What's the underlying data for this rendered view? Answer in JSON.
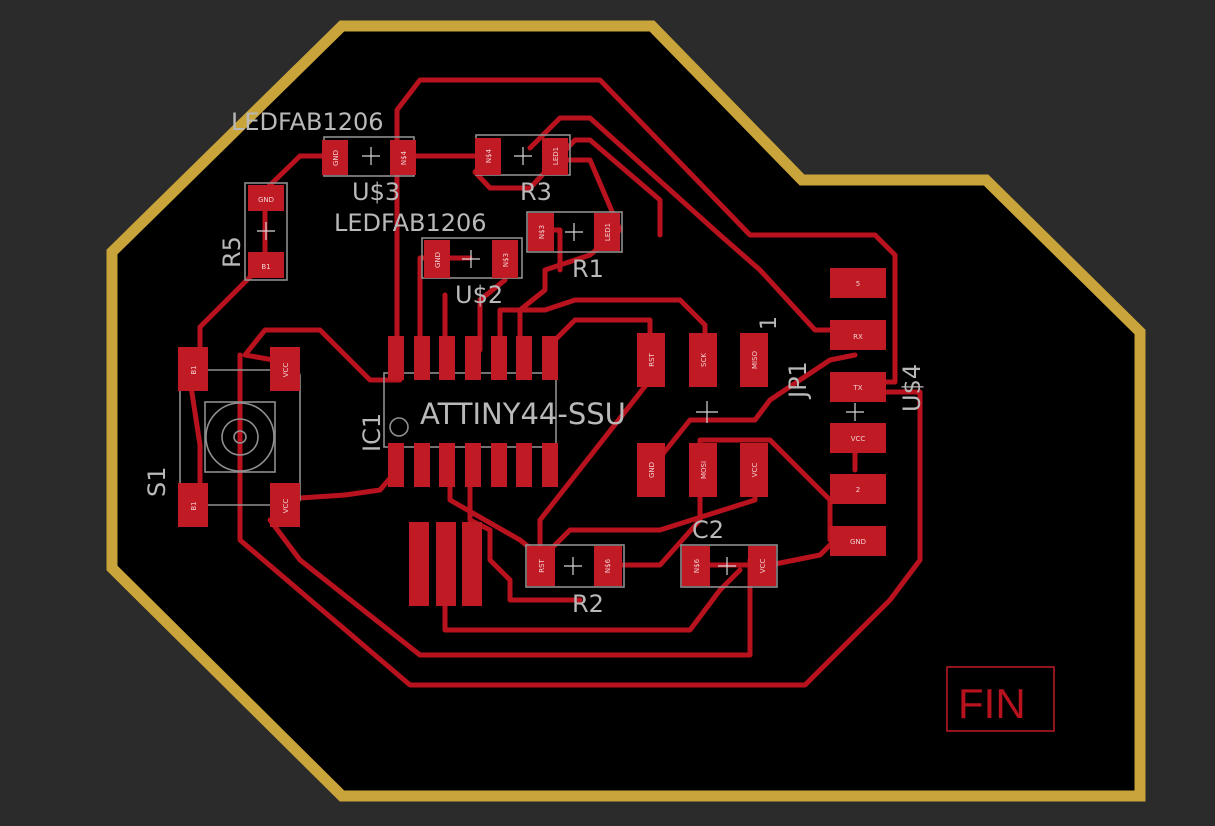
{
  "colors": {
    "background": "#2b2b2b",
    "board": "#000000",
    "outline": "#c8a43a",
    "copper": "#b9121f",
    "pad": "#c01a25",
    "silkscreen": "#b9b9b9"
  },
  "components": {
    "u3": {
      "value": "LEDFAB1206",
      "ref": "U$3",
      "pad_a": "GND",
      "pad_b": "N$4"
    },
    "r3": {
      "ref": "R3",
      "pad_a": "N$4",
      "pad_b": "LED1"
    },
    "u2": {
      "value": "LEDFAB1206",
      "ref": "U$2",
      "pad_a": "GND",
      "pad_b": "N$3"
    },
    "r1": {
      "ref": "R1",
      "pad_a": "N$3",
      "pad_b": "LED1"
    },
    "r5": {
      "ref": "R5",
      "pad_a": "GND",
      "pad_b": "B1"
    },
    "s1": {
      "ref": "S1",
      "pin1": "B1",
      "pin2": "B1",
      "pin3": "VCC",
      "pin4": "VCC"
    },
    "ic1": {
      "ref": "IC1",
      "value": "ATTINY44-SSU"
    },
    "jp1": {
      "ref": "JP1",
      "pin_one": "1",
      "pins": [
        "RST",
        "SCK",
        "MISO",
        "GND",
        "MOSI",
        "VCC"
      ]
    },
    "r2": {
      "ref": "R2",
      "pad_a": "RST",
      "pad_b": "N$6"
    },
    "c2": {
      "ref": "C2",
      "pad_a": "N$6",
      "pad_b": "VCC"
    },
    "u4": {
      "ref": "U$4",
      "pins": [
        "5",
        "RX",
        "TX",
        "VCC",
        "2",
        "GND"
      ]
    }
  },
  "fin_label": "FIN"
}
